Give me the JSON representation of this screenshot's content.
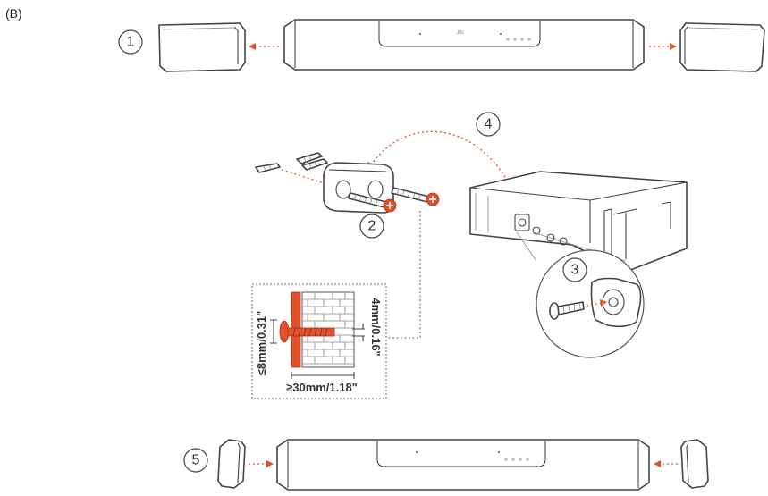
{
  "figure_label": "(B)",
  "steps": [
    "1",
    "2",
    "3",
    "4",
    "5"
  ],
  "bar_logo": "JBL",
  "dimensions": {
    "max_thickness": "≤8mm/0.31\"",
    "screw_head": "4mm/0.16\"",
    "min_depth": "≥30mm/1.18\""
  },
  "colors": {
    "accent": "#e0502a",
    "line": "#444444"
  }
}
